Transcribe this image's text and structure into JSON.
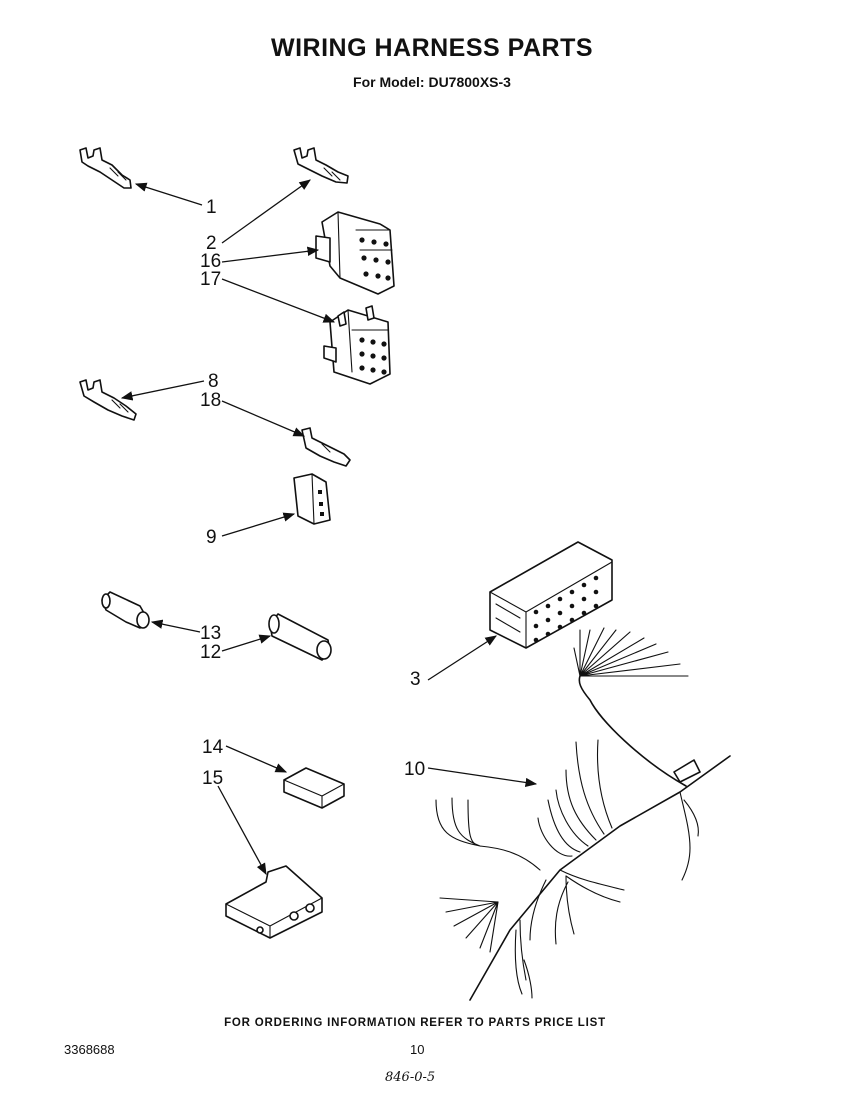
{
  "header": {
    "title": "WIRING HARNESS PARTS",
    "subtitle": "For Model: DU7800XS-3"
  },
  "callouts": [
    {
      "id": "c1",
      "label": "1"
    },
    {
      "id": "c2",
      "label": "2"
    },
    {
      "id": "c16",
      "label": "16"
    },
    {
      "id": "c17",
      "label": "17"
    },
    {
      "id": "c8",
      "label": "8"
    },
    {
      "id": "c18",
      "label": "18"
    },
    {
      "id": "c9",
      "label": "9"
    },
    {
      "id": "c13",
      "label": "13"
    },
    {
      "id": "c12",
      "label": "12"
    },
    {
      "id": "c3",
      "label": "3"
    },
    {
      "id": "c14",
      "label": "14"
    },
    {
      "id": "c15",
      "label": "15"
    },
    {
      "id": "c10",
      "label": "10"
    }
  ],
  "footer": {
    "ordering_note": "FOR ORDERING INFORMATION REFER TO PARTS PRICE LIST",
    "document_number": "3368688",
    "page_number": "10",
    "handwritten_note": "846-0-5"
  }
}
